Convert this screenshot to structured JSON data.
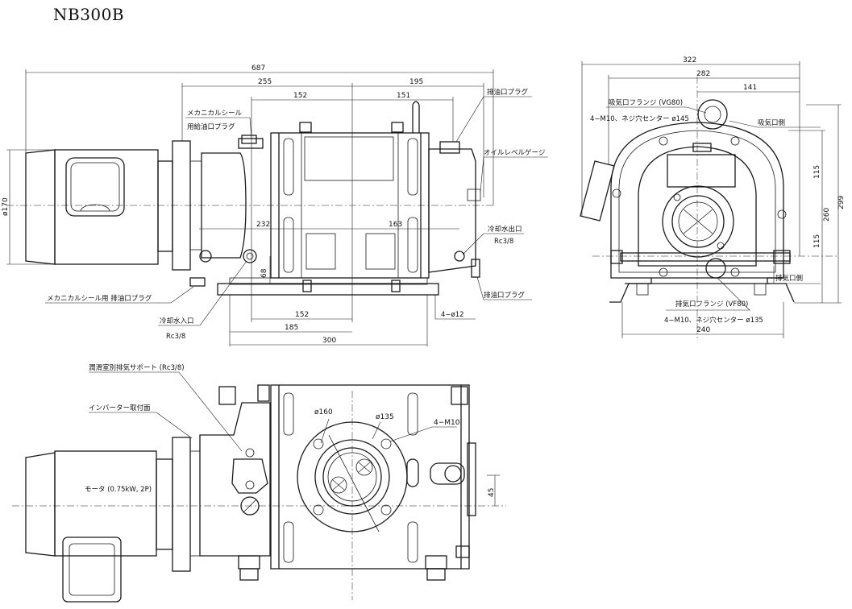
{
  "title": "NB300B",
  "side_view": {
    "dims": {
      "d687": "687",
      "d255": "255",
      "d195": "195",
      "d152": "152",
      "d151": "151",
      "d232": "232",
      "d163": "163",
      "d68": "68",
      "d152b": "152",
      "d185": "185",
      "d300": "300",
      "d170": "ø170"
    },
    "labels": {
      "mech_seal_a": "メカニカルシール",
      "mech_seal_b": "用給油口プラグ",
      "oil_fill_plug": "排油口プラグ",
      "oil_level_gauge": "オイルレベルゲージ",
      "cooling_out_a": "冷却水出口",
      "cooling_out_b": "Rc3/8",
      "mech_seal_drain": "メカニカルシール用 排油口プラグ",
      "drain_plug": "排油口プラグ",
      "cooling_in_a": "冷却水入口",
      "cooling_in_b": "Rc3/8",
      "bolt_holes": "4−ø12"
    }
  },
  "front_view": {
    "dims": {
      "d322": "322",
      "d282": "282",
      "d141": "141",
      "d115a": "115",
      "d260": "260",
      "d299": "299",
      "d115b": "115",
      "d240": "240"
    },
    "labels": {
      "inlet_flange": "吸気口フランジ (VG80)",
      "inlet_spec": "4−M10、ネジ穴センター ø145",
      "inlet_side": "吸気口側",
      "outlet_side": "排気口側",
      "outlet_flange": "排気口フランジ (VF80)",
      "outlet_spec": "4−M10、ネジ穴センター ø135"
    }
  },
  "top_view": {
    "dims": {
      "d160": "ø160",
      "d135": "ø135",
      "m10": "4−M10",
      "d45": "45"
    },
    "labels": {
      "lube_exhaust": "潤滑室別排気サポート (Rc3/8)",
      "inverter_face": "インバーター取付面",
      "motor": "モータ (0.75kW, 2P)"
    }
  }
}
